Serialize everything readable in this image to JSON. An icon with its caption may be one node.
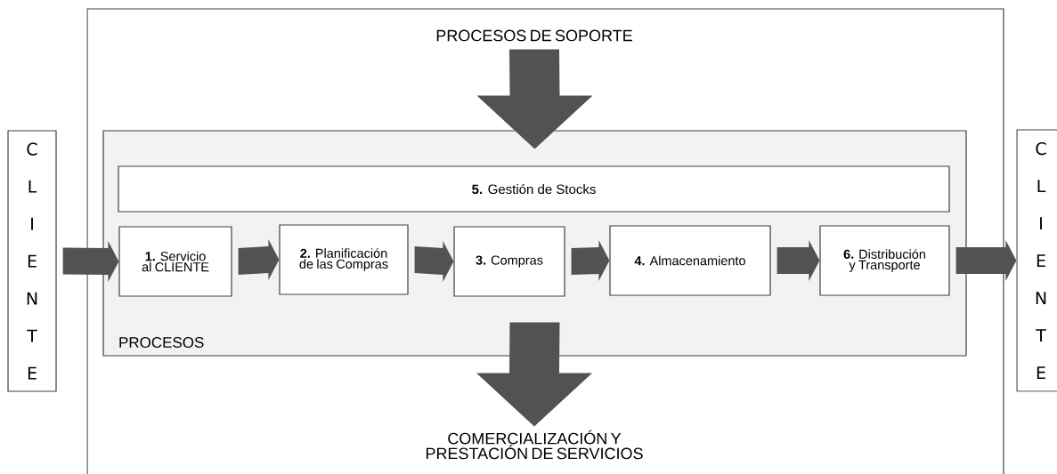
{
  "diagram": {
    "nodes": [
      {
        "text": [
          "C L I E N T E"
        ]
      },
      {
        "text": [],
        "shape": "box"
      },
      {
        "text": [
          "PROCESOS DE SOPORTE"
        ],
        "in": 1
      },
      {
        "text": [
          "PROCESOS"
        ],
        "in": 1
      },
      {
        "text": [
          "**5.** Gestión de Stocks"
        ],
        "in": 3
      },
      {
        "text": [
          "**1.** Servicio al CLIENTE"
        ],
        "in": 3
      },
      {
        "text": [
          "**2.** Planificación de las Compras"
        ],
        "in": 3
      },
      {
        "text": [
          "**3.** Compras"
        ],
        "in": 3
      },
      {
        "text": [
          "**4.** Almacenamiento"
        ],
        "in": 3
      },
      {
        "text": [
          "**6.** Distribución y Transporte"
        ],
        "in": 3
      },
      {
        "text": [
          "COMERCIALIZACIÓN Y PRESTACIÓN DE SERVICIOS"
        ],
        "in": 1
      },
      {
        "text": [
          "C L I E N T E"
        ]
      }
    ],
    "edges": [
      {
        "from": 0,
        "to": 5,
        "arrow": "to"
      },
      {
        "from": 5,
        "to": 6,
        "arrow": "to"
      },
      {
        "from": 6,
        "to": 7,
        "arrow": "to"
      },
      {
        "from": 7,
        "to": 8,
        "arrow": "to"
      },
      {
        "from": 8,
        "to": 9,
        "arrow": "to"
      },
      {
        "from": 9,
        "to": 11,
        "arrow": "to"
      },
      {
        "from": 2,
        "to": 3,
        "arrow": "to",
        "style": "thick"
      },
      {
        "from": 3,
        "to": 10,
        "arrow": "to",
        "style": "thick"
      }
    ]
  }
}
